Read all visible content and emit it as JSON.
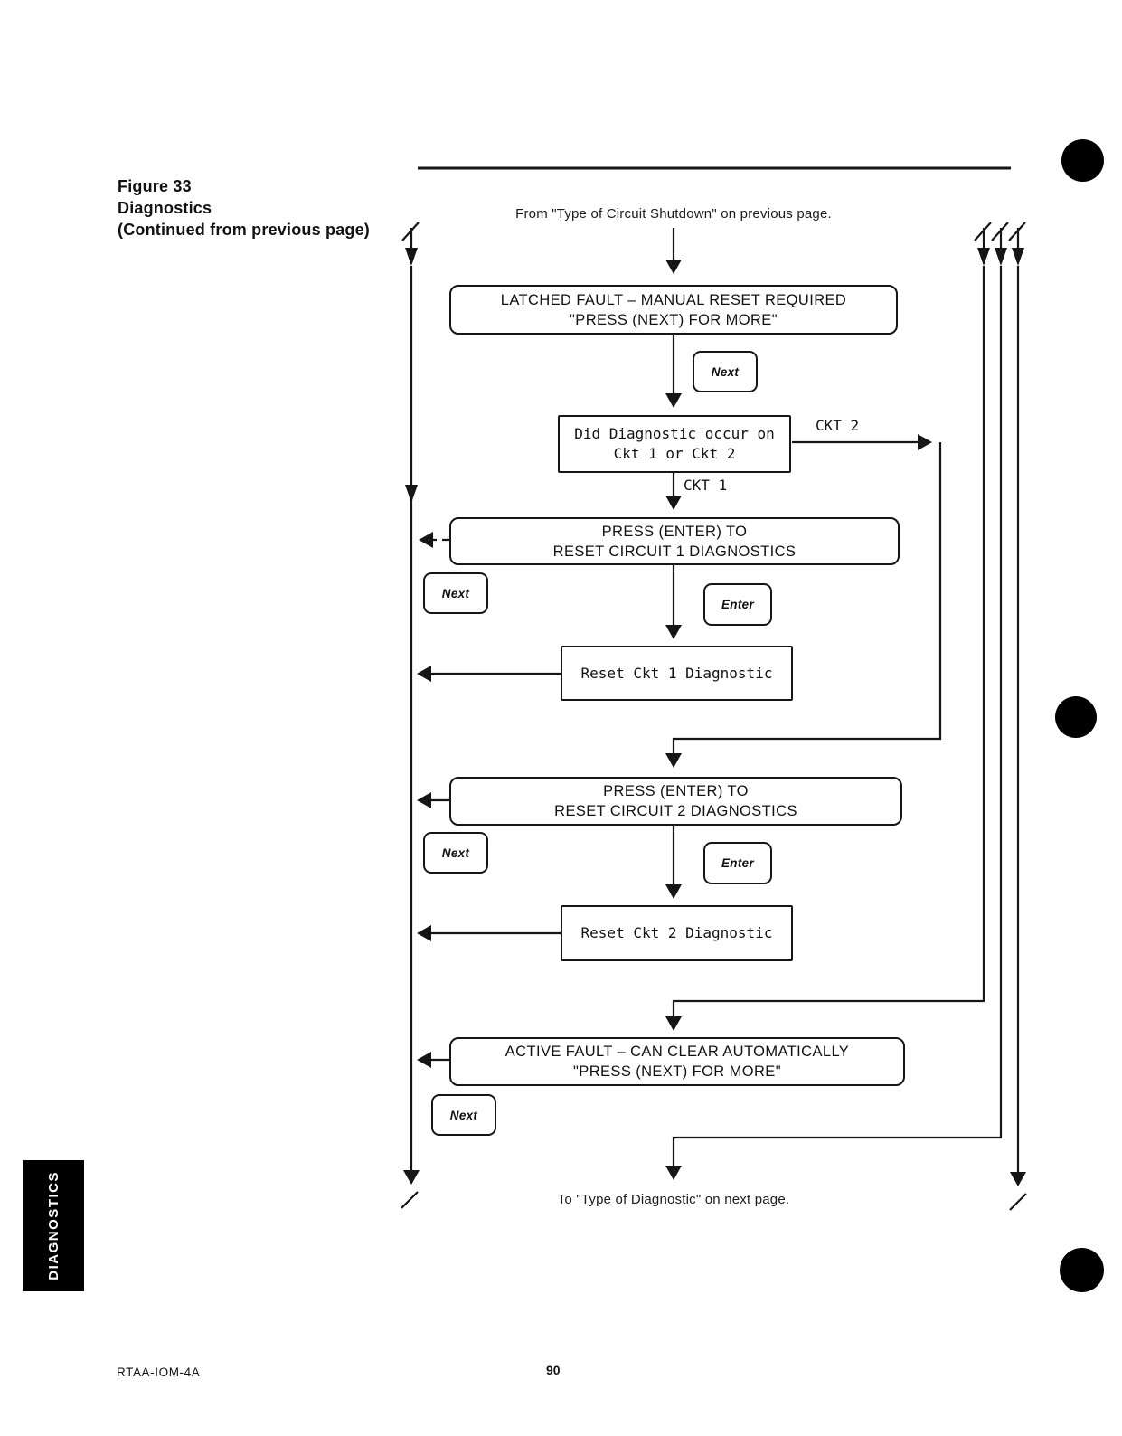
{
  "figure": {
    "title_lines": [
      "Figure 33",
      "Diagnostics",
      "(Continued from previous page)"
    ]
  },
  "notes": {
    "from": "From \"Type of Circuit Shutdown\" on previous page.",
    "to": "To \"Type of Diagnostic\" on next page."
  },
  "flowchart": {
    "boxes": {
      "latched_fault": {
        "line1": "LATCHED FAULT – MANUAL RESET REQUIRED",
        "line2": "\"PRESS (NEXT) FOR MORE\""
      },
      "decision": {
        "line1": "Did Diagnostic occur on",
        "line2": "Ckt 1 or Ckt 2"
      },
      "press_enter_1": {
        "line1": "PRESS (ENTER) TO",
        "line2": "RESET CIRCUIT 1 DIAGNOSTICS"
      },
      "reset_ckt_1": {
        "label": "Reset Ckt 1 Diagnostic"
      },
      "press_enter_2": {
        "line1": "PRESS (ENTER) TO",
        "line2": "RESET CIRCUIT 2 DIAGNOSTICS"
      },
      "reset_ckt_2": {
        "label": "Reset Ckt 2 Diagnostic"
      },
      "active_fault": {
        "line1": "ACTIVE FAULT – CAN CLEAR AUTOMATICALLY",
        "line2": "\"PRESS (NEXT) FOR MORE\""
      }
    },
    "buttons": {
      "next": "Next",
      "enter": "Enter"
    },
    "branch_labels": {
      "ckt1": "CKT 1",
      "ckt2": "CKT 2"
    }
  },
  "side_tab": {
    "label": "DIAGNOSTICS"
  },
  "footer": {
    "doc_code": "RTAA-IOM-4A",
    "page_number": "90"
  },
  "colors": {
    "ink": "#121212",
    "paper": "#ffffff",
    "tab_bg": "#000000"
  }
}
